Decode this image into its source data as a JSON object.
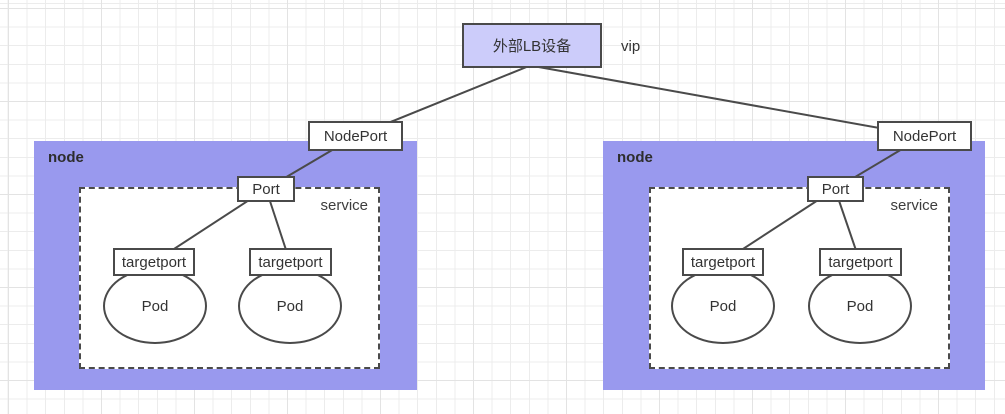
{
  "diagram": {
    "external_lb": {
      "label": "外部LB设备"
    },
    "vip_label": "vip",
    "nodes": [
      {
        "label": "node",
        "nodeport": "NodePort",
        "port": "Port",
        "service_label": "service",
        "targetport_1": "targetport",
        "targetport_2": "targetport",
        "pod_1": "Pod",
        "pod_2": "Pod"
      },
      {
        "label": "node",
        "nodeport": "NodePort",
        "port": "Port",
        "service_label": "service",
        "targetport_1": "targetport",
        "targetport_2": "targetport",
        "pod_1": "Pod",
        "pod_2": "Pod"
      }
    ],
    "colors": {
      "node_fill": "#9999ee",
      "lb_fill": "#ccccfa",
      "stroke": "#4a4a4a",
      "grid_line": "#ececec"
    }
  }
}
